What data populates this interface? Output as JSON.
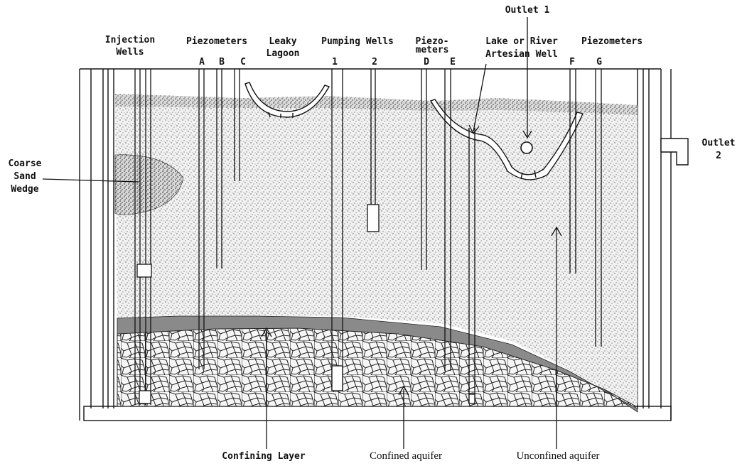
{
  "labels": {
    "injection_wells": [
      "Injection",
      "Wells"
    ],
    "piezometers_left": "Piezometers",
    "piezo_a": "A",
    "piezo_b": "B",
    "piezo_c": "C",
    "leaky_lagoon": [
      "Leaky",
      "Lagoon"
    ],
    "pumping_wells": "Pumping Wells",
    "pump_1": "1",
    "pump_2": "2",
    "piezometers_mid": [
      "Piezo-",
      "meters"
    ],
    "piezo_d": "D",
    "piezo_e": "E",
    "lake_river": "Lake or River",
    "artesian_well": "Artesian Well",
    "outlet_1": "Outlet 1",
    "piezo_f": "F",
    "piezo_g": "G",
    "piezometers_right": "Piezometers",
    "outlet_2": [
      "Outlet",
      "2"
    ],
    "coarse_sand_wedge": [
      "Coarse",
      "Sand",
      "Wedge"
    ],
    "confining_layer": "Confining Layer",
    "confined_aquifer": "Confined aquifer",
    "unconfined_aquifer": "Unconfined aquifer"
  },
  "colors": {
    "ink": "#111111",
    "sand": "#ececec",
    "clay": "#8a8a8a",
    "gravel": "#f4f4f4"
  }
}
